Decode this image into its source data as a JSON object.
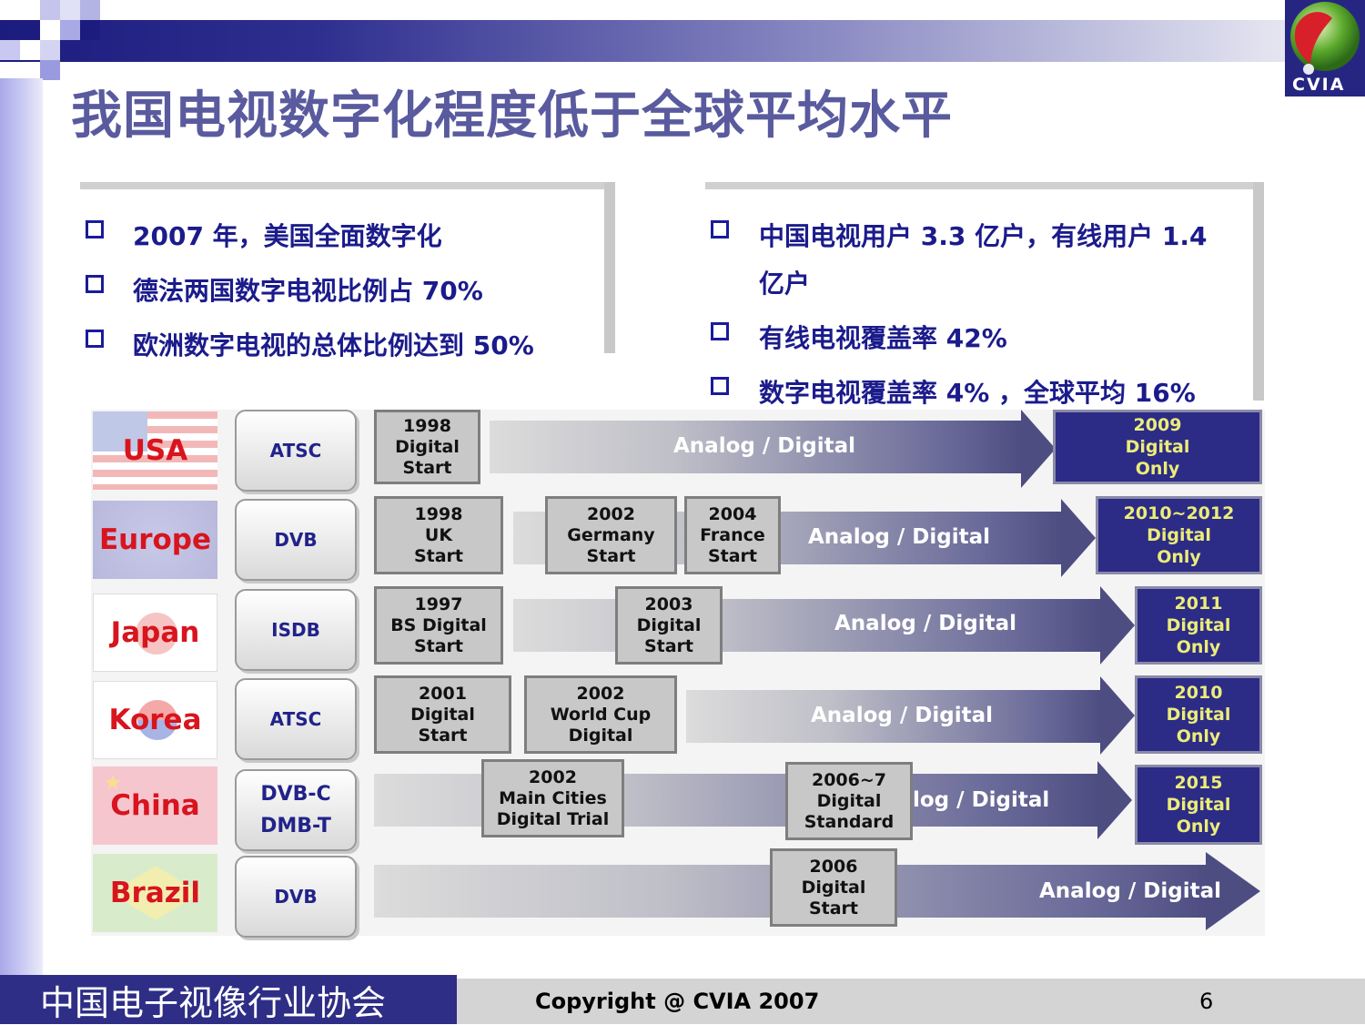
{
  "title": "我国电视数字化程度低于全球平均水平",
  "logo_text": "CVIA",
  "left_bullets": [
    "2007 年，美国全面数字化",
    "德法两国数字电视比例占 70%",
    "欧洲数字电视的总体比例达到 50%"
  ],
  "right_bullets": [
    "中国电视用户 3.3 亿户，有线用户 1.4",
    "亿户",
    "有线电视覆盖率 42%",
    "数字电视覆盖率 4% ，全球平均 16%"
  ],
  "rows": [
    {
      "country": "USA",
      "standard": "ATSC",
      "band_label": "Analog / Digital",
      "milestones": [
        "1998\nDigital\nStart"
      ],
      "final": "2009\nDigital\nOnly"
    },
    {
      "country": "Europe",
      "standard": "DVB",
      "band_label": "Analog / Digital",
      "milestones": [
        "1998\nUK\nStart",
        "2002\nGermany\nStart",
        "2004\nFrance\nStart"
      ],
      "final": "2010~2012\nDigital\nOnly"
    },
    {
      "country": "Japan",
      "standard": "ISDB",
      "band_label": "Analog / Digital",
      "milestones": [
        "1997\nBS Digital\nStart",
        "2003\nDigital\nStart"
      ],
      "final": "2011\nDigital\nOnly"
    },
    {
      "country": "Korea",
      "standard": "ATSC",
      "band_label": "Analog / Digital",
      "milestones": [
        "2001\nDigital\nStart",
        "2002\nWorld Cup\nDigital"
      ],
      "final": "2010\nDigital\nOnly"
    },
    {
      "country": "China",
      "standard": "DVB-C",
      "standard2": "DMB-T",
      "band_label": "log / Digital",
      "milestones": [
        "2002\nMain Cities\nDigital Trial",
        "2006~7\nDigital\nStandard"
      ],
      "final": "2015\nDigital\nOnly"
    },
    {
      "country": "Brazil",
      "standard": "DVB",
      "band_label": "Analog / Digital",
      "milestones": [
        "2006\nDigital\nStart"
      ]
    }
  ],
  "footer": {
    "org": "中国电子视像行业协会",
    "copyright": "Copyright @ CVIA 2007",
    "page": "6"
  }
}
